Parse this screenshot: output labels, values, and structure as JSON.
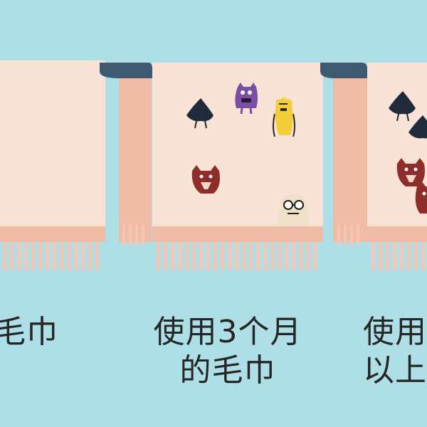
{
  "captions": {
    "left": {
      "line1": "毛巾"
    },
    "middle": {
      "line1": "使用3个月",
      "line2": "的毛巾"
    },
    "right": {
      "line1": "使用",
      "line2": "以上"
    }
  },
  "icons": {
    "germs": [
      "dark-blob-germ-icon",
      "purple-germ-icon",
      "yellow-germ-icon",
      "red-horned-germ-icon",
      "glasses-germ-icon"
    ]
  },
  "colors": {
    "background": "#aedfe6",
    "towel": "#f9e3d6",
    "towel_edge": "#f0bca6",
    "fringe": "#f4c7b4",
    "rod": "#3d5a70",
    "caption": "#262626"
  }
}
